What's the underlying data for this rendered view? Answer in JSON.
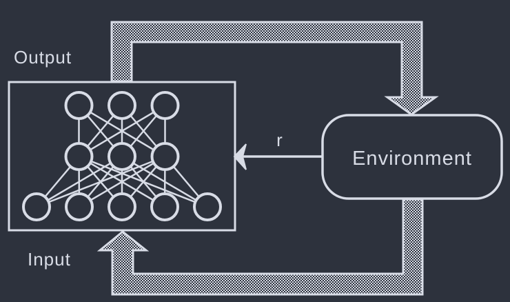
{
  "labels": {
    "output": "Output",
    "input": "Input",
    "environment": "Environment",
    "reward": "r"
  },
  "network": {
    "layers": [
      3,
      3,
      5
    ]
  },
  "colors": {
    "background": "#2d323d",
    "line": "#d8dce6"
  }
}
